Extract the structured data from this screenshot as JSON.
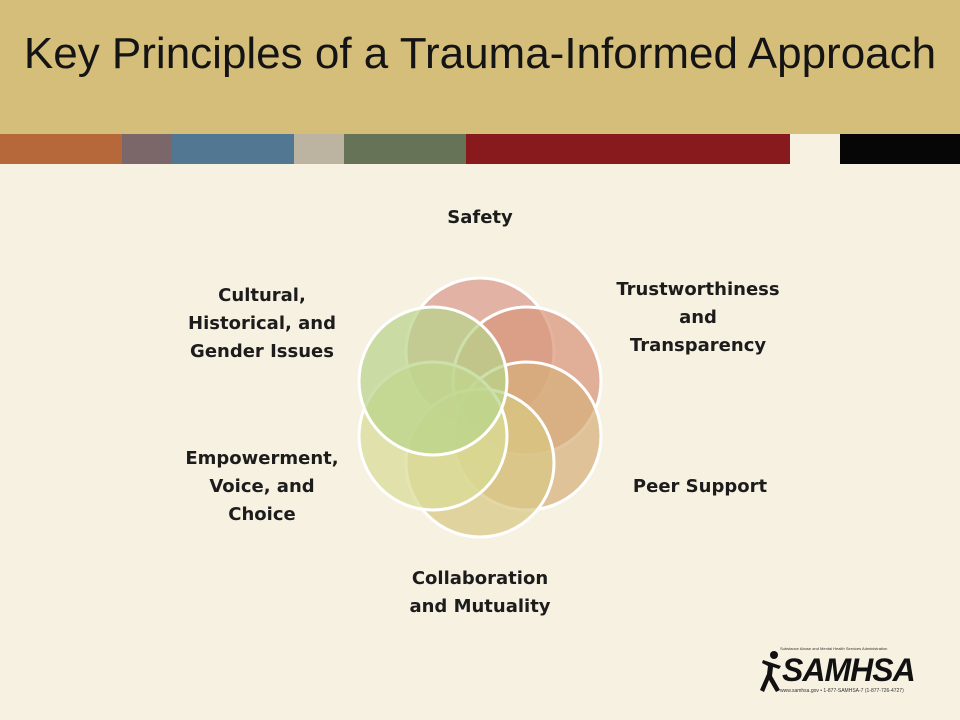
{
  "slide": {
    "title": "Key Principles of a Trauma-Informed Approach"
  },
  "colors": {
    "title_band": "#d5bd7a",
    "background": "#f7f1e1",
    "stripes": [
      "#b7683b",
      "#7b666a",
      "#527793",
      "#bcb3a1",
      "#667357",
      "#881a1e",
      "#f7f1e1",
      "#060606"
    ]
  },
  "diagram": {
    "type": "venn-cycle",
    "principles": [
      {
        "label": "Safety",
        "color": "#d99b8c"
      },
      {
        "label": "Trustworthiness and Transparency",
        "color": "#d8957a"
      },
      {
        "label": "Peer Support",
        "color": "#d6b07c"
      },
      {
        "label": "Collaboration and Mutuality",
        "color": "#d8c782"
      },
      {
        "label": "Empowerment, Voice, and Choice",
        "color": "#d8dc95"
      },
      {
        "label": "Cultural, Historical, and Gender Issues",
        "color": "#b9d48b"
      }
    ]
  },
  "logo": {
    "name": "SAMHSA",
    "tagline": "Substance Abuse and Mental Health Services Administration",
    "contact": "www.samhsa.gov • 1-877-SAMHSA-7 (1-877-726-4727)"
  }
}
